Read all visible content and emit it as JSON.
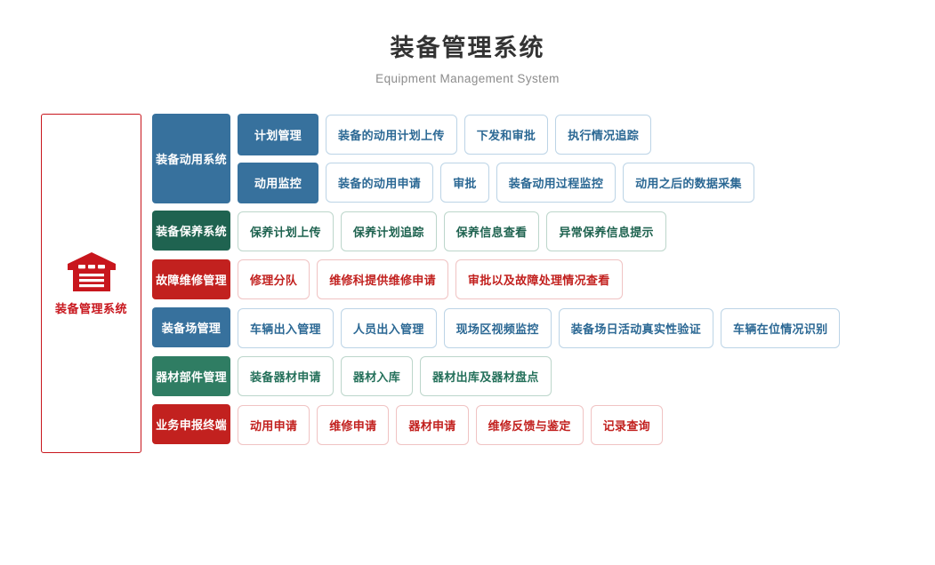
{
  "header": {
    "title": "装备管理系统",
    "subtitle": "Equipment Management System"
  },
  "brand": {
    "icon": "warehouse-icon",
    "label": "装备管理系统",
    "color": "#c8161d"
  },
  "colors": {
    "blue": "#37719d",
    "blue_border": "#bcd4e6",
    "blue_text": "#2b6894",
    "green": "#1f6350",
    "green_light": "#2f7d63",
    "green_border": "#bcd6cb",
    "red": "#c2211f",
    "red_border": "#f0c3c3",
    "title_text": "#333333",
    "subtitle_text": "#8c8c8c"
  },
  "rows": [
    {
      "category": "装备动用系统",
      "theme": "blue",
      "lanes": [
        {
          "sub": "计划管理",
          "leaves": [
            "装备的动用计划上传",
            "下发和审批",
            "执行情况追踪"
          ]
        },
        {
          "sub": "动用监控",
          "leaves": [
            "装备的动用申请",
            "审批",
            "装备动用过程监控",
            "动用之后的数据采集"
          ]
        }
      ]
    },
    {
      "category": "装备保养系统",
      "theme": "green",
      "lanes": [
        {
          "sub": null,
          "leaves": [
            "保养计划上传",
            "保养计划追踪",
            "保养信息查看",
            "异常保养信息提示"
          ]
        }
      ]
    },
    {
      "category": "故障维修管理",
      "theme": "red",
      "lanes": [
        {
          "sub": null,
          "leaves": [
            "修理分队",
            "维修科提供维修申请",
            "审批以及故障处理情况查看"
          ]
        }
      ]
    },
    {
      "category": "装备场管理",
      "theme": "blue",
      "lanes": [
        {
          "sub": null,
          "leaves": [
            "车辆出入管理",
            "人员出入管理",
            "现场区视频监控",
            "装备场日活动真实性验证",
            "车辆在位情况识别"
          ]
        }
      ]
    },
    {
      "category": "器材部件管理",
      "theme": "green2",
      "lanes": [
        {
          "sub": null,
          "leaves": [
            "装备器材申请",
            "器材入库",
            "器材出库及器材盘点"
          ]
        }
      ]
    },
    {
      "category": "业务申报终端",
      "theme": "red",
      "lanes": [
        {
          "sub": null,
          "leaves": [
            "动用申请",
            "维修申请",
            "器材申请",
            "维修反馈与鉴定",
            "记录查询"
          ]
        }
      ]
    }
  ]
}
